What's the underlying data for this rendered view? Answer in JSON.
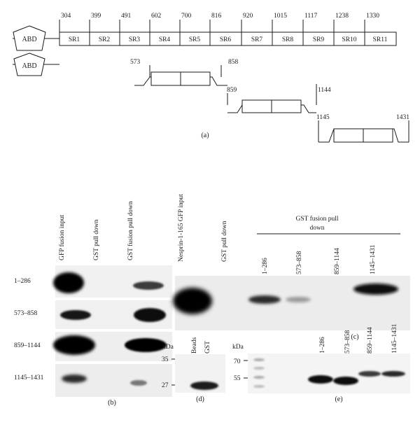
{
  "panel_a": {
    "domain_label": "ABD",
    "positions": [
      "304",
      "399",
      "491",
      "602",
      "700",
      "816",
      "920",
      "1015",
      "1117",
      "1238",
      "1330"
    ],
    "spectrin_repeats": [
      "SR1",
      "SR2",
      "SR3",
      "SR4",
      "SR5",
      "SR6",
      "SR7",
      "SR8",
      "SR9",
      "SR10",
      "SR11"
    ],
    "constructs": [
      {
        "start": "573",
        "end": "858"
      },
      {
        "start": "859",
        "end": "1144"
      },
      {
        "start": "1145",
        "end": "1431"
      }
    ],
    "caption": "(a)"
  },
  "panel_b": {
    "column_headers": [
      "GFP fusion input",
      "GST pull down",
      "GST fusion pull down"
    ],
    "row_labels": [
      "1–286",
      "573–858",
      "859–1144",
      "1145–1431"
    ],
    "caption": "(b)"
  },
  "panel_c": {
    "column_headers": [
      "Nesprin-1-165 GFP input",
      "GST pull down"
    ],
    "group_header": "GST fusion pull down",
    "group_columns": [
      "1–286",
      "573–858",
      "859–1144",
      "1145–1431"
    ],
    "caption": "(c)"
  },
  "panel_d": {
    "unit": "kDa",
    "column_headers": [
      "Beads",
      "GST"
    ],
    "markers": [
      "35",
      "27"
    ],
    "caption": "(d)"
  },
  "panel_e": {
    "unit": "kDa",
    "column_headers": [
      "1–286",
      "573–858",
      "859–1144",
      "1145–1431"
    ],
    "markers": [
      "70",
      "55"
    ],
    "caption": "(e)"
  }
}
